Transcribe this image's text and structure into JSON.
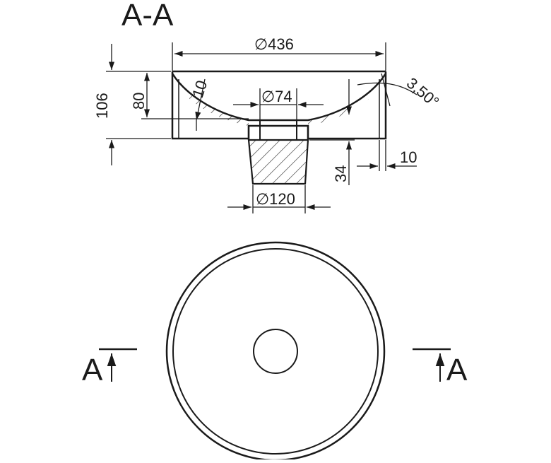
{
  "section_title": "A-A",
  "section_marker_left": "A",
  "section_marker_right": "A",
  "dimensions": {
    "outer_diameter": "∅436",
    "drain_diameter": "∅74",
    "base_diameter": "∅120",
    "total_height": "106",
    "bowl_height": "80",
    "wall_thickness": "10",
    "rim_thickness": "10",
    "base_height": "34",
    "wall_angle": "3,50°"
  },
  "colors": {
    "line": "#1a1a1a",
    "background": "#ffffff"
  }
}
